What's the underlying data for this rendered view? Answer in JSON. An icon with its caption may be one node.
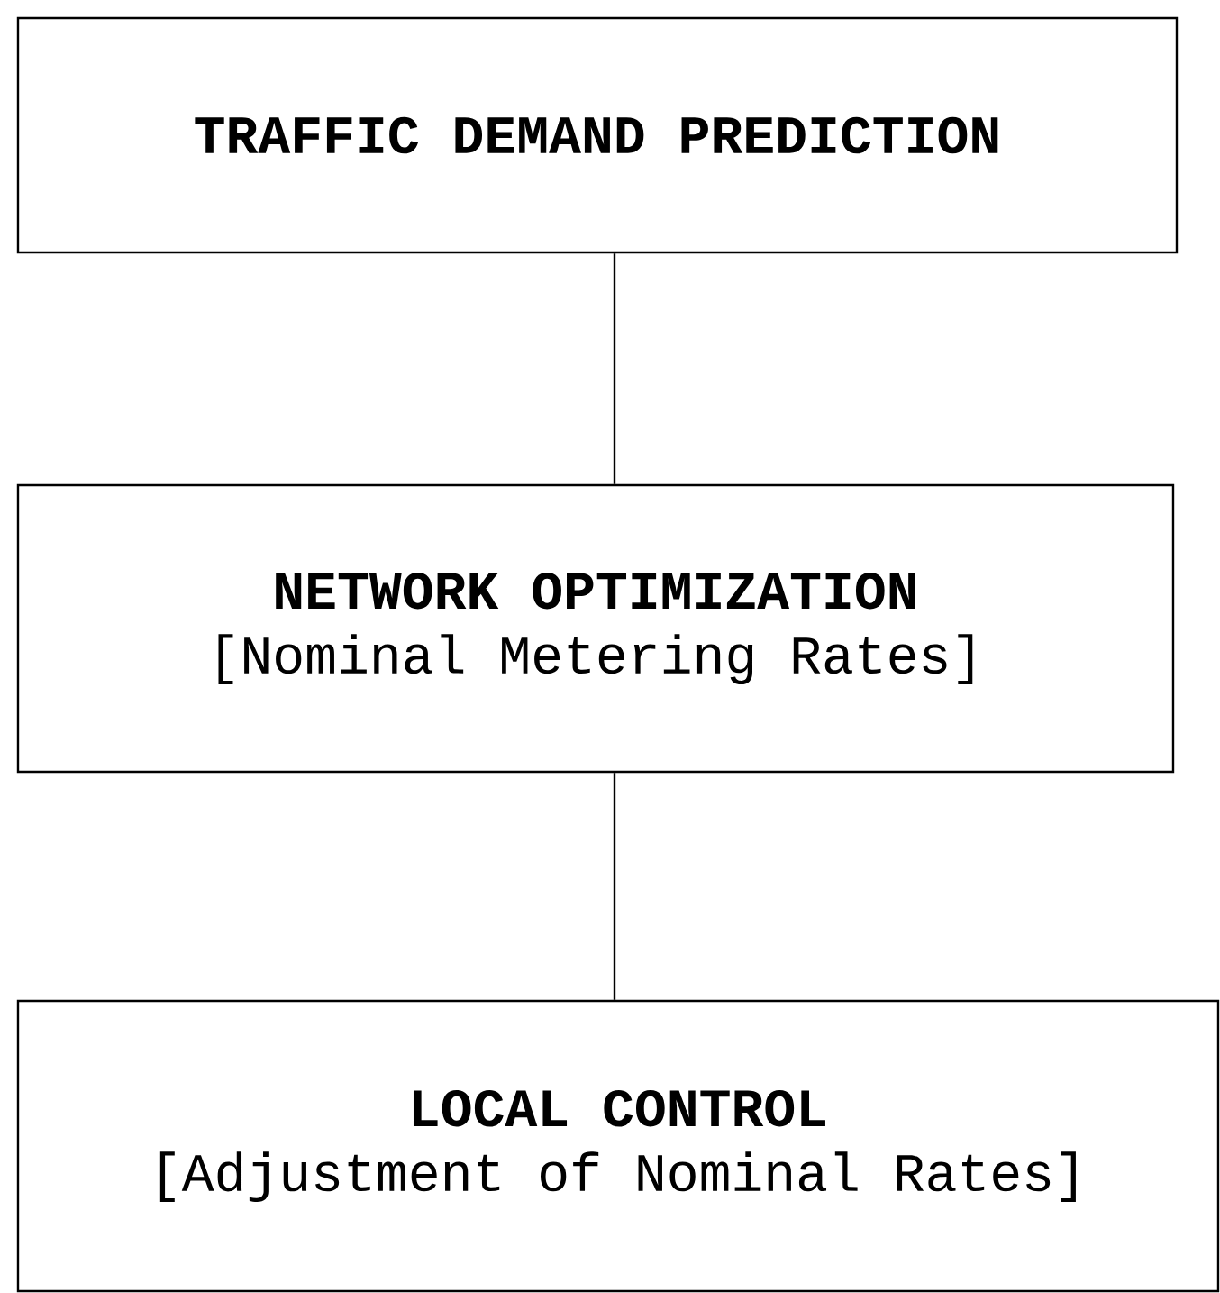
{
  "diagram": {
    "nodes": [
      {
        "text": [
          "TRAFFIC DEMAND PREDICTION"
        ]
      },
      {
        "text": [
          "NETWORK OPTIMIZATION",
          "[Nominal Metering Rates]"
        ]
      },
      {
        "text": [
          "LOCAL CONTROL",
          "[Adjustment of Nominal Rates]"
        ]
      }
    ],
    "edges": [
      {
        "from": 0,
        "to": 1,
        "arrow": "none"
      },
      {
        "from": 1,
        "to": 2,
        "arrow": "none"
      }
    ]
  }
}
